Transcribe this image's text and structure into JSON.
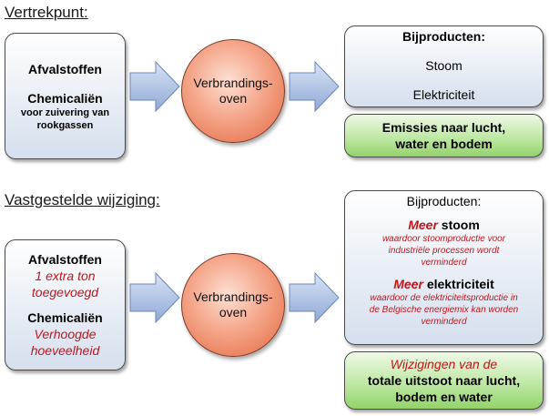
{
  "top": {
    "section_title": "Vertrekpunt:",
    "inputs": {
      "line1": "Afvalstoffen",
      "line2": "Chemicaliën",
      "line3": "voor zuivering van",
      "line4": "rookgassen"
    },
    "oven": {
      "line1": "Verbrandings-",
      "line2": "oven"
    },
    "byproducts": {
      "title": "Bijproducten:",
      "item1": "Stoom",
      "item2": "Elektriciteit"
    },
    "emissions": {
      "line1": "Emissies naar lucht,",
      "line2": "water en bodem"
    }
  },
  "bottom": {
    "section_title": "Vastgestelde wijziging:",
    "inputs": {
      "line1": "Afvalstoffen",
      "line2": "1 extra ton",
      "line3": "toegevoegd",
      "line4": "Chemicaliën",
      "line5": "Verhoogde",
      "line6": "hoeveelheid"
    },
    "oven": {
      "line1": "Verbrandings-",
      "line2": "oven"
    },
    "byproducts": {
      "title": "Bijproducten:",
      "steam_more": "Meer",
      "steam_label": "stoom",
      "steam_note1": "waardoor stoomproductie voor",
      "steam_note2": "industriële processen wordt",
      "steam_note3": "verminderd",
      "elec_more": "Meer",
      "elec_label": "elektriciteit",
      "elec_note1": "waardoor de elektriciteitsproductie in",
      "elec_note2": "de Belgische energiemix kan worden",
      "elec_note3": "verminderd"
    },
    "emissions": {
      "line1": "Wijzigingen van de",
      "line2": "totale uitstoot naar lucht,",
      "line3": "bodem en water"
    }
  },
  "colors": {
    "accent_red": "#c0161c",
    "oven_fill": "#e2663f",
    "emission_fill": "#93d36a",
    "box_fill": "#d6dfee",
    "arrow_fill": "#8fa9d6"
  },
  "icons": {
    "flow_arrow": "block-arrow-right"
  }
}
